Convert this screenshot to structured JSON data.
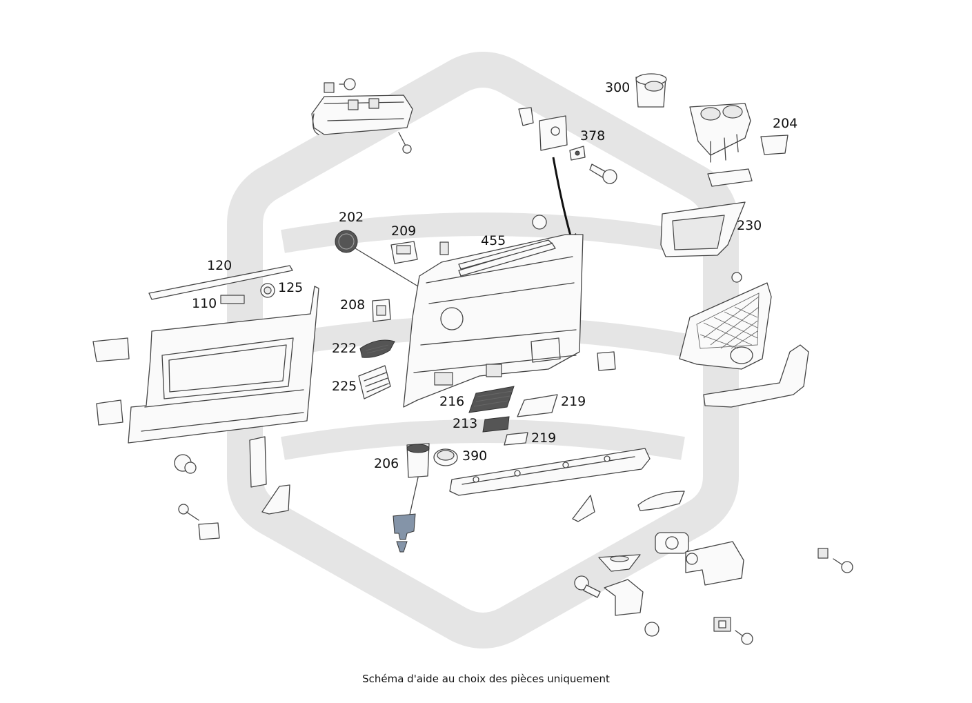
{
  "colors": {
    "watermark": "#e5e5e5",
    "line": "#444444",
    "part_fill": "#fafafa",
    "highlight_part": "#8494a8"
  },
  "labels": {
    "p300": "300",
    "p378": "378",
    "p204": "204",
    "p202": "202",
    "p209": "209",
    "p455": "455",
    "p230": "230",
    "p120": "120",
    "p125": "125",
    "p110": "110",
    "p208": "208",
    "p222": "222",
    "p225": "225",
    "p216": "216",
    "p219a": "219",
    "p213": "213",
    "p219b": "219",
    "p206": "206",
    "p390": "390"
  },
  "caption": "Schéma d'aide au choix des pièces uniquement"
}
